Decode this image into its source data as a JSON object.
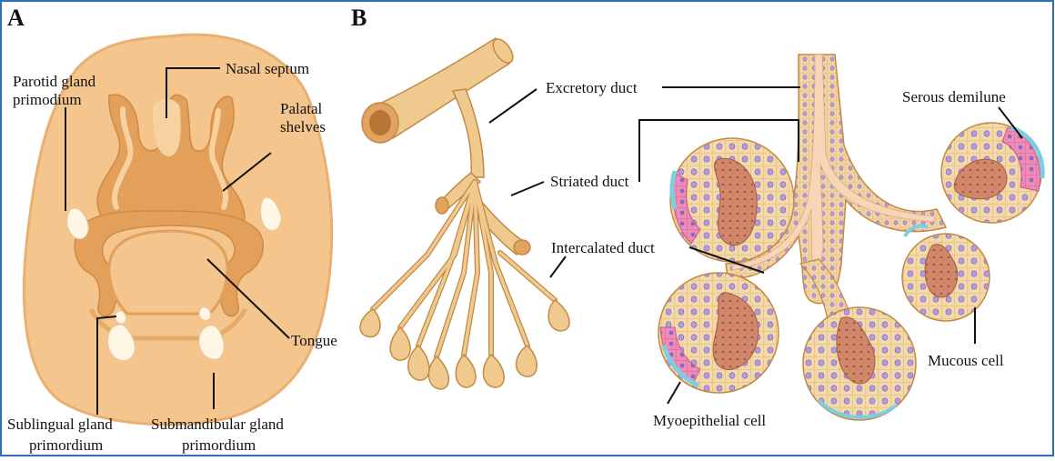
{
  "panels": {
    "a": {
      "letter": "A",
      "labels": {
        "nasal_septum": "Nasal septum",
        "parotid_1": "Parotid gland",
        "parotid_2": "primodium",
        "palatal_1": "Palatal",
        "palatal_2": "shelves",
        "tongue": "Tongue",
        "sublingual_1": "Sublingual gland",
        "sublingual_2": "primordium",
        "submandibular_1": "Submandibular gland",
        "submandibular_2": "primordium"
      }
    },
    "b": {
      "letter": "B",
      "labels": {
        "excretory": "Excretory duct",
        "striated": "Striated duct",
        "intercalated": "Intercalated duct",
        "serous": "Serous demilune",
        "mucous": "Mucous cell",
        "myoepithelial": "Myoepithelial cell"
      }
    }
  },
  "colors": {
    "frame": "#2e6fc0",
    "embryo_fill": "#f4c58c",
    "embryo_dark": "#e2a05a",
    "embryo_light": "#fbe2bf",
    "gland_white": "#fff6e6",
    "duct_fill": "#f0c98e",
    "duct_stroke": "#c18a45",
    "acinus_fill": "#f3d7a6",
    "lumen_fill": "#d58b66",
    "serous_pink": "#ec7fae",
    "myo_blue": "#7fcde0",
    "nucleus": "#a58fd4"
  }
}
